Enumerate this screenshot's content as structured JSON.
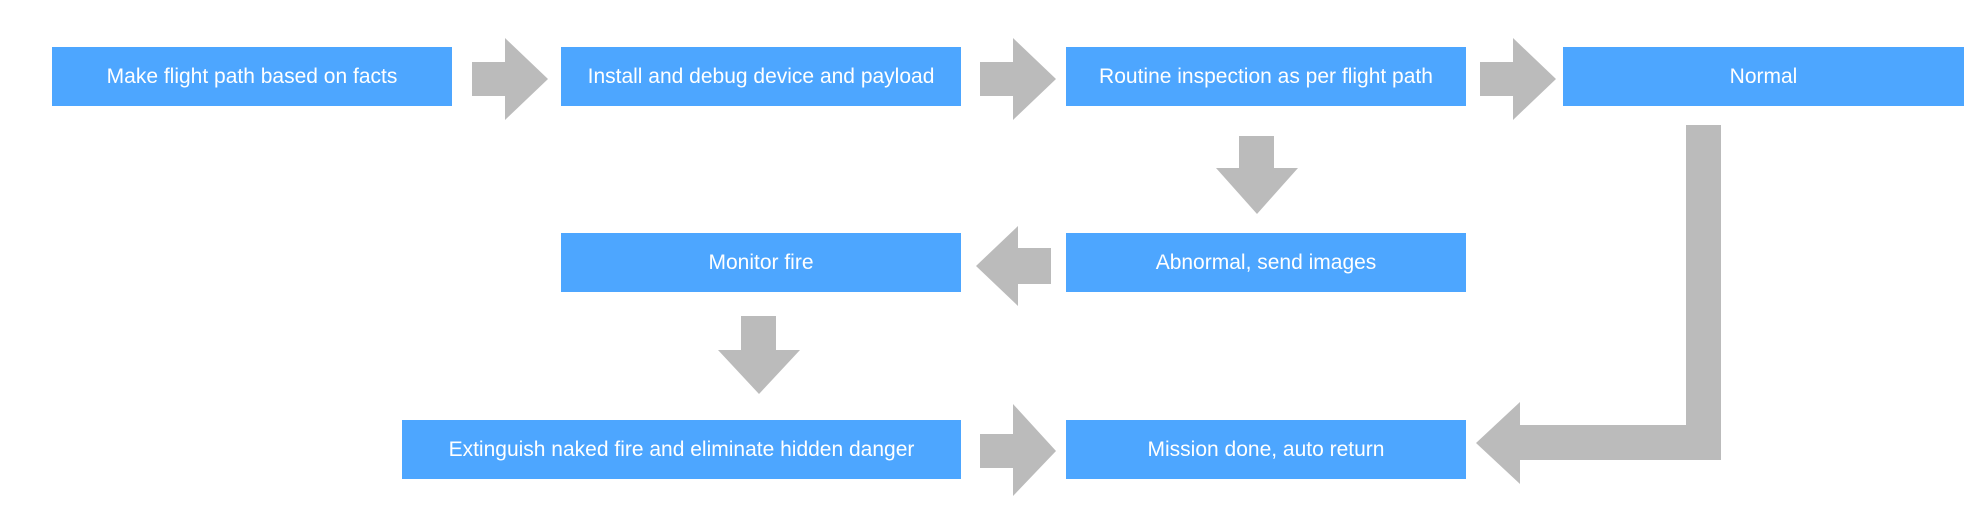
{
  "colors": {
    "box_fill": "#4da6ff",
    "box_text": "#ffffff",
    "arrow": "#bbbbbb"
  },
  "steps": {
    "make_flight_path": "Make flight path based on facts",
    "install_debug": "Install and debug device and payload",
    "routine_inspection": "Routine inspection as per flight path",
    "normal": "Normal",
    "monitor_fire": "Monitor fire",
    "abnormal_send_images": "Abnormal, send images",
    "extinguish_fire": "Extinguish naked fire and eliminate hidden danger",
    "mission_done": "Mission done, auto return"
  }
}
